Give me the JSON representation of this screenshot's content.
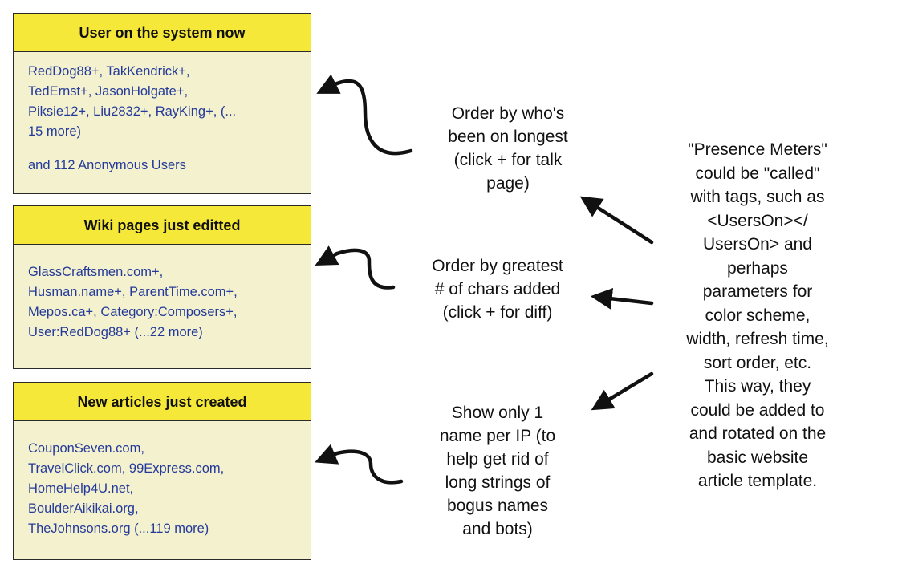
{
  "panels": [
    {
      "title": "User on the system now",
      "lines": [
        "RedDog88+, TakKendrick+,",
        "TedErnst+, JasonHolgate+,",
        "Piksie12+, Liu2832+, RayKing+, (...",
        "15 more)"
      ],
      "footer": "and 112 Anonymous Users"
    },
    {
      "title": "Wiki pages just editted",
      "lines": [
        "GlassCraftsmen.com+,",
        "Husman.name+, ParentTime.com+,",
        "Mepos.ca+, Category:Composers+,",
        "User:RedDog88+ (...22 more)"
      ]
    },
    {
      "title": "New articles just created",
      "lines": [
        "CouponSeven.com,",
        "TravelClick.com, 99Express.com,",
        "HomeHelp4U.net,",
        "BoulderAikikai.org,",
        "TheJohnsons.org (...119 more)"
      ]
    }
  ],
  "notes": {
    "order_by_time": [
      "Order by who's",
      "been on longest",
      "(click + for talk",
      "page)"
    ],
    "order_by_chars": [
      "Order by greatest",
      "# of chars added",
      "(click + for diff)"
    ],
    "show_one_name": [
      "Show only 1",
      "name per IP (to",
      "help get rid of",
      "long strings of",
      "bogus names",
      "and bots)"
    ],
    "presence_meters": [
      "\"Presence Meters\"",
      "could be \"called\"",
      "with tags, such as",
      "<UsersOn></",
      "UsersOn> and",
      "perhaps",
      "parameters for",
      "color scheme,",
      "width, refresh time,",
      "sort order, etc.",
      "This way, they",
      "could be added to",
      "and rotated on the",
      "basic website",
      "article template."
    ]
  },
  "colors": {
    "header_fill": "#f6e838",
    "panel_fill": "#f4f1cf",
    "body_text": "#243a9a",
    "border": "#2a2a2a"
  }
}
